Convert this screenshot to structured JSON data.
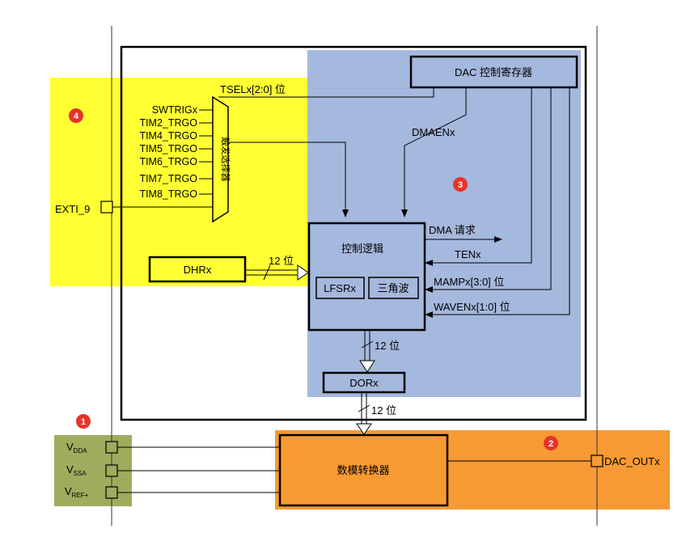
{
  "badges": {
    "b1": "1",
    "b2": "2",
    "b3": "3",
    "b4": "4"
  },
  "control_register": "DAC 控制寄存器",
  "tsel": "TSELx[2:0] 位",
  "trigger_inputs": [
    "SWTRIGx",
    "TIM2_TRGO",
    "TIM4_TRGO",
    "TIM5_TRGO",
    "TIM6_TRGO",
    "TIM7_TRGO",
    "TIM8_TRGO"
  ],
  "exti": "EXTI_9",
  "trigger_mux": "触发选择器",
  "dmaen": "DMAENx",
  "control_logic": "控制逻辑",
  "lfsr": "LFSRx",
  "triangle": "三角波",
  "dma_request": "DMA 请求",
  "ten": "TENx",
  "mamp": "MAMPx[3:0] 位",
  "waven": "WAVENx[1:0] 位",
  "dhr": "DHRx",
  "bits_12": "12 位",
  "dor": "DORx",
  "converter": "数模转换器",
  "pins": [
    {
      "main": "V",
      "sub": "DDA"
    },
    {
      "main": "V",
      "sub": "SSA"
    },
    {
      "main": "V",
      "sub": "REF+"
    }
  ],
  "dac_out": "DAC_OUTx",
  "colors": {
    "yellow": "#ffff33",
    "blue": "#a5b8dd",
    "orange": "#f79a34",
    "olive": "#a0ab5e",
    "badge_red": "#e8332a"
  }
}
